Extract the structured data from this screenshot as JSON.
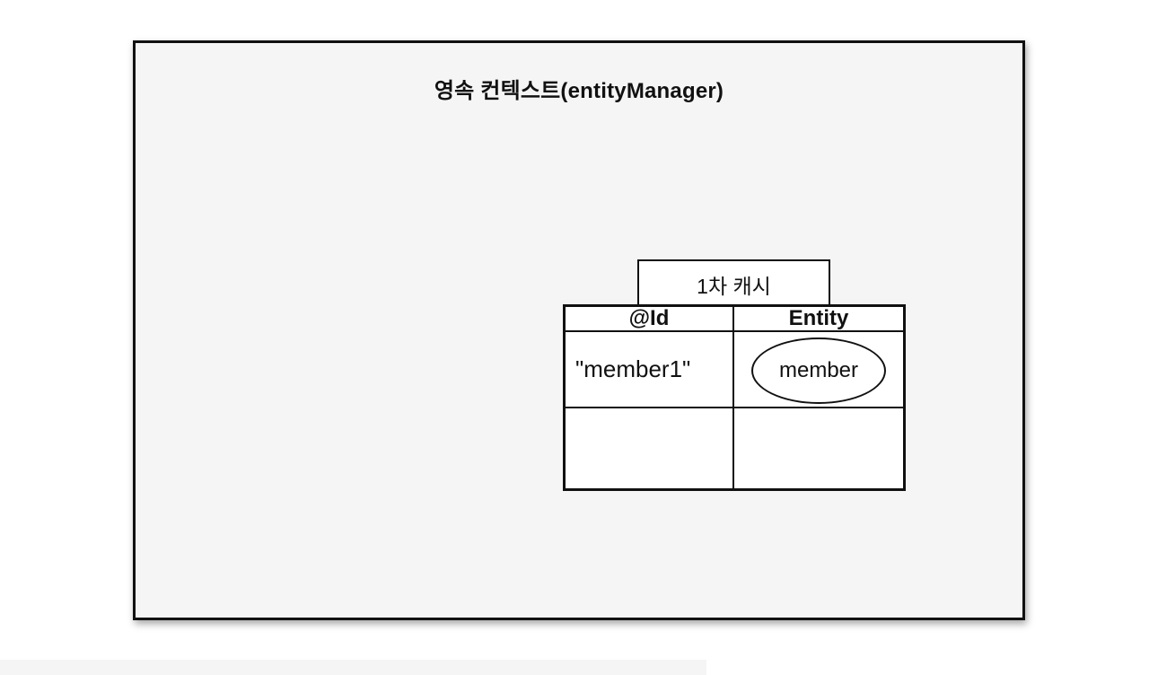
{
  "diagram": {
    "title": "영속 컨텍스트(entityManager)",
    "cache": {
      "label": "1차 캐시",
      "columns": [
        {
          "label": "@Id"
        },
        {
          "label": "Entity"
        }
      ],
      "rows": [
        {
          "id": "\"member1\"",
          "entity": "member"
        },
        {
          "id": "",
          "entity": ""
        }
      ]
    },
    "colors": {
      "page_background": "#ffffff",
      "box_fill": "#f5f5f5",
      "cell_fill": "#ffffff",
      "border": "#111111",
      "bottom_strip": "#f5f5f5"
    }
  }
}
